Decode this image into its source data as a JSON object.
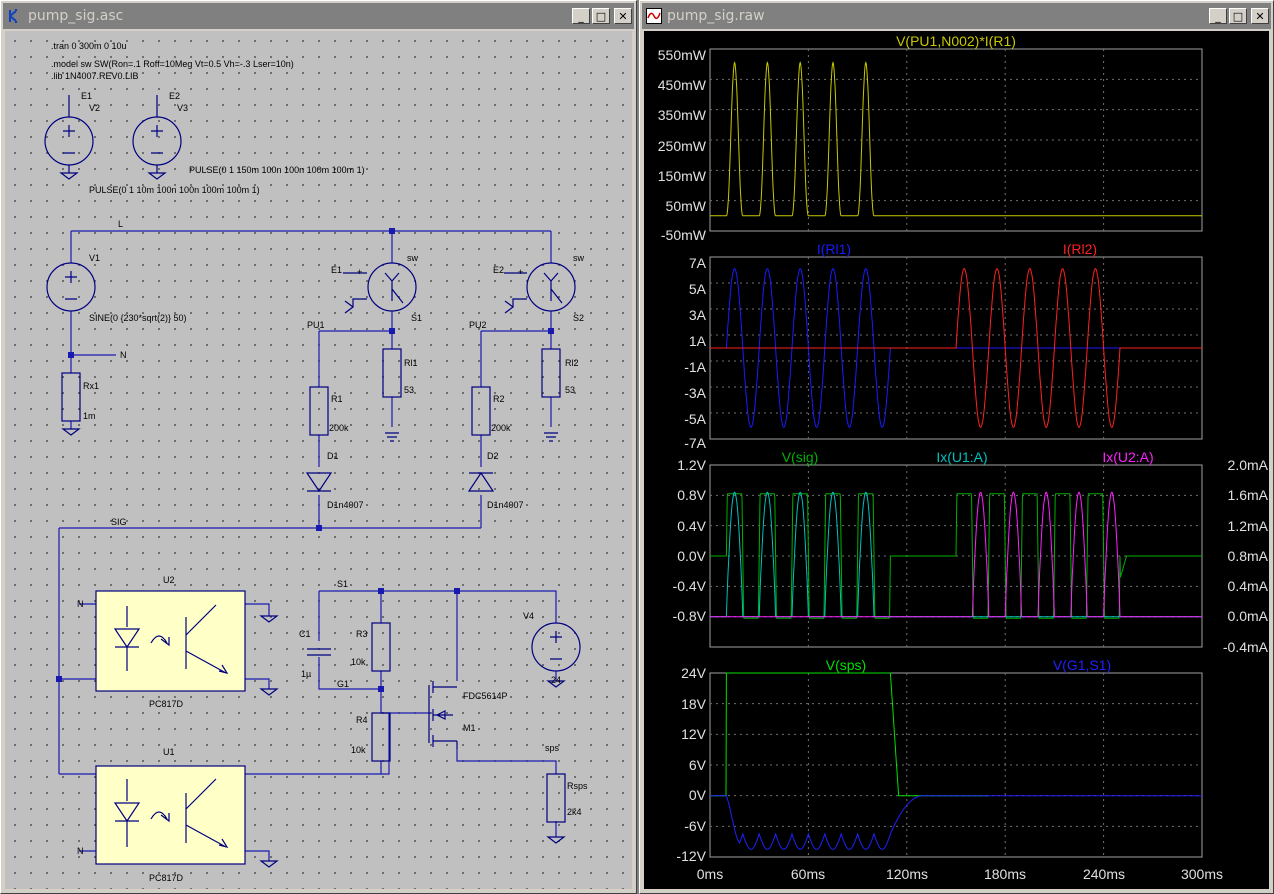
{
  "schematic_window": {
    "title": "pump_sig.asc",
    "directives": [
      ".tran 0 300m 0 10u",
      ".model sw SW(Ron=.1 Roff=10Meg Vt=0.5 Vh=-.3 Lser=10n)",
      ".lib 1N4007.REV0.LIB"
    ],
    "components": {
      "v2_net": "E1",
      "v2_name": "V2",
      "v3_net": "E2",
      "v3_name": "V3",
      "v3_value": "PULSE(0 1 150m 100n 100n 100m 100m 1)",
      "v2_value": "PULSE(0 1 10m 100n 100n 100m 100m 1)",
      "net_l": "L",
      "v1_name": "V1",
      "v1_value": "SINE(0 {230*sqrt(2)} 50)",
      "net_n": "N",
      "rx1_name": "Rx1",
      "rx1_value": "1m",
      "s1_ctrl": "E1",
      "s1_model": "sw",
      "s1_name": "S1",
      "s2_ctrl": "E2",
      "s2_model": "sw",
      "s2_name": "S2",
      "pu1": "PU1",
      "pu2": "PU2",
      "rl1_name": "Rl1",
      "rl1_value": "53",
      "rl2_name": "Rl2",
      "rl2_value": "53",
      "r1_name": "R1",
      "r1_value": "200k",
      "r2_name": "R2",
      "r2_value": "200k",
      "d1_name": "D1",
      "d1_value": "D1n4007",
      "d2_name": "D2",
      "d2_value": "D1n4007",
      "net_sig": "SIG",
      "u2_name": "U2",
      "u2_value": "PC817D",
      "u2_net": "N",
      "u1_name": "U1",
      "u1_value": "PC817D",
      "u1_net": "N",
      "net_s1": "S1",
      "c1_name": "C1",
      "c1_value": "1µ",
      "r3_name": "R3",
      "r3_value": "10k",
      "r4_name": "R4",
      "r4_value": "10k",
      "net_g1": "G1",
      "m1_value": "FDC5614P",
      "m1_name": "M1",
      "v4_name": "V4",
      "v4_value": "24",
      "net_sps": "sps",
      "rsps_name": "Rsps",
      "rsps_value": "2k4"
    }
  },
  "waveform_window": {
    "title": "pump_sig.raw",
    "pane1": {
      "trace": "V(PU1,N002)*I(R1)",
      "color": "#c8c800",
      "y_ticks": [
        "550mW",
        "450mW",
        "350mW",
        "250mW",
        "150mW",
        "50mW",
        "-50mW"
      ]
    },
    "pane2": {
      "traces": [
        {
          "label": "I(Rl1)",
          "color": "#1a1aff"
        },
        {
          "label": "I(Rl2)",
          "color": "#ff2020"
        }
      ],
      "y_ticks": [
        "7A",
        "5A",
        "3A",
        "1A",
        "-1A",
        "-3A",
        "-5A",
        "-7A"
      ]
    },
    "pane3": {
      "traces": [
        {
          "label": "V(sig)",
          "color": "#00b000"
        },
        {
          "label": "Ix(U1:A)",
          "color": "#00c0c0"
        },
        {
          "label": "Ix(U2:A)",
          "color": "#ff20ff"
        }
      ],
      "y_ticks_left": [
        "1.2V",
        "0.8V",
        "0.4V",
        "0.0V",
        "-0.4V",
        "-0.8V"
      ],
      "y_ticks_right": [
        "2.0mA",
        "1.6mA",
        "1.2mA",
        "0.8mA",
        "0.4mA",
        "0.0mA",
        "-0.4mA"
      ]
    },
    "pane4": {
      "traces": [
        {
          "label": "V(sps)",
          "color": "#00e000"
        },
        {
          "label": "V(G1,S1)",
          "color": "#2020ff"
        }
      ],
      "y_ticks": [
        "24V",
        "18V",
        "12V",
        "6V",
        "0V",
        "-6V",
        "-12V"
      ]
    },
    "x_ticks": [
      "0ms",
      "60ms",
      "120ms",
      "180ms",
      "240ms",
      "300ms"
    ]
  },
  "chart_data": [
    {
      "type": "line",
      "series": [
        {
          "name": "V(PU1,N002)*I(R1)",
          "color": "#c8c800"
        }
      ],
      "x_unit": "ms",
      "xlim": [
        0,
        300
      ],
      "y_unit": "mW",
      "ylim": [
        -50,
        550
      ],
      "peaks": [
        {
          "x": 25,
          "y": 505
        },
        {
          "x": 45,
          "y": 505
        },
        {
          "x": 65,
          "y": 505
        },
        {
          "x": 85,
          "y": 505
        },
        {
          "x": 105,
          "y": 505
        }
      ],
      "pulse_half_width_ms": 5,
      "on_interval": [
        10,
        110
      ],
      "baseline": 0,
      "grid": true
    },
    {
      "type": "line",
      "series": [
        {
          "name": "I(Rl1)",
          "color": "#1a1aff",
          "on_interval": [
            10,
            110
          ],
          "amplitude": 6.1,
          "frequency_hz": 50
        },
        {
          "name": "I(Rl2)",
          "color": "#ff2020",
          "on_interval": [
            150,
            250
          ],
          "amplitude": 6.1,
          "frequency_hz": 50
        }
      ],
      "x_unit": "ms",
      "xlim": [
        0,
        300
      ],
      "y_unit": "A",
      "ylim": [
        -7,
        7
      ],
      "grid": true
    },
    {
      "type": "line",
      "series": [
        {
          "name": "V(sig)",
          "color": "#00b000",
          "axis": "left",
          "pos_on": [
            10,
            110
          ],
          "neg_on": [
            150,
            250
          ],
          "amplitude": 0.82
        },
        {
          "name": "Ix(U1:A)",
          "color": "#00c0c0",
          "axis": "right",
          "on_interval": [
            10,
            110
          ],
          "peak": 1.64
        },
        {
          "name": "Ix(U2:A)",
          "color": "#ff20ff",
          "axis": "right",
          "on_interval": [
            150,
            250
          ],
          "peak": 1.64
        }
      ],
      "x_unit": "ms",
      "xlim": [
        0,
        300
      ],
      "y_left_unit": "V",
      "ylim_left": [
        -1.2,
        1.2
      ],
      "y_right_unit": "mA",
      "ylim_right": [
        -0.4,
        2.0
      ],
      "grid": true
    },
    {
      "type": "line",
      "series": [
        {
          "name": "V(sps)",
          "color": "#00e000",
          "high": 24,
          "rise_ms": 10,
          "fall_start_ms": 110,
          "fall_end_ms": 115
        },
        {
          "name": "V(G1,S1)",
          "color": "#2020ff",
          "min": -10.5,
          "ripple_amplitude": 3,
          "decay_start_ms": 110,
          "decay_end_ms": 130
        }
      ],
      "x_unit": "ms",
      "xlim": [
        0,
        300
      ],
      "y_unit": "V",
      "ylim": [
        -12,
        24
      ],
      "grid": true
    }
  ]
}
